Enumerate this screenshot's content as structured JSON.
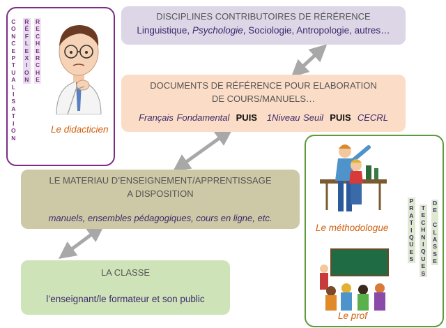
{
  "disciplines": {
    "title": "DISCIPLINES CONTRIBUTOIRES DE RÉRÉRENCE",
    "items_before": "Linguistique, ",
    "items_italic": "Psychologie",
    "items_after": ", Sociologie, Antropologie, autres…"
  },
  "documents": {
    "title_line1": "DOCUMENTS DE RÉFÉRENCE POUR  ELABORATION",
    "title_line2": "DE COURS/MANUELS…",
    "sequence": [
      {
        "text": "Français Fondamental",
        "style": "italic"
      },
      {
        "text": "PUIS",
        "style": "bold"
      },
      {
        "text": "1Niveau Seuil",
        "style": "italic"
      },
      {
        "text": "PUIS",
        "style": "bold"
      },
      {
        "text": "CECRL",
        "style": "italic"
      }
    ]
  },
  "materiau": {
    "title_line1": "LE MATERIAU D’ENSEIGNEMENT/APPRENTISSAGE",
    "title_line2": "A DISPOSITION",
    "examples": "manuels, ensembles pédagogiques, cours en ligne, etc."
  },
  "classe": {
    "title": "LA CLASSE",
    "description": "l’enseignant/le formateur et son public"
  },
  "didacticien": {
    "label": "Le didacticien",
    "vertical_words": [
      "CONCEPTUALISATION",
      "RÉFLEXION",
      "RECHERCHE"
    ]
  },
  "methodologue": {
    "label": "Le méthodologue",
    "vertical_words": [
      "PRATIQUES",
      "TECHNIQUES",
      "DE CLASSE"
    ]
  },
  "prof": {
    "label": "Le prof"
  },
  "colors": {
    "lavender": "#dcd6e7",
    "peach": "#fbdcc6",
    "olive": "#cdc8a6",
    "green": "#cfe3b9",
    "purple_border": "#7a2d83",
    "green_border": "#5c9a3a",
    "orange_text": "#d0610f",
    "navy_text": "#3b2a6b",
    "arrow": "#a8a8a8"
  }
}
